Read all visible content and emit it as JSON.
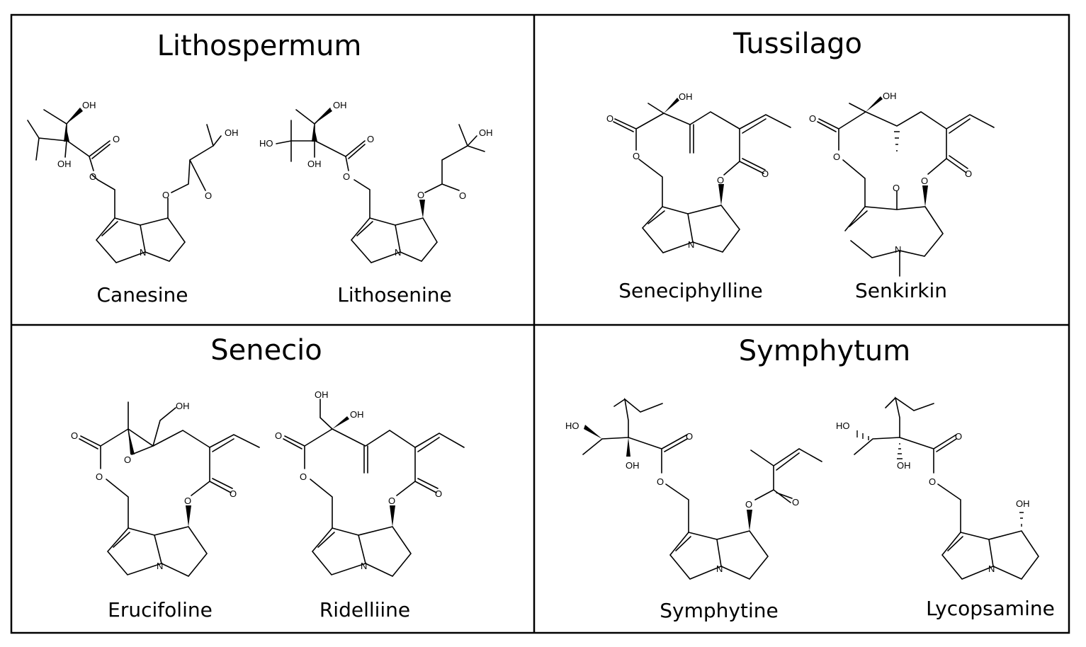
{
  "panels": [
    {
      "title": "Lithospermum",
      "compounds": [
        {
          "name": "Canesine",
          "labels": [
            "OH",
            "OH",
            "O",
            "O",
            "OH",
            "O",
            "O",
            "N"
          ]
        },
        {
          "name": "Lithosenine",
          "labels": [
            "OH",
            "HO",
            "OH",
            "O",
            "O",
            "OH",
            "O",
            "O",
            "N"
          ]
        }
      ]
    },
    {
      "title": "Tussilago",
      "compounds": [
        {
          "name": "Seneciphylline",
          "labels": [
            "OH",
            "O",
            "O",
            "O",
            "O",
            "N"
          ]
        },
        {
          "name": "Senkirkin",
          "labels": [
            "OH",
            "O",
            "O",
            "O",
            "O",
            "O",
            "N"
          ]
        }
      ]
    },
    {
      "title": "Senecio",
      "compounds": [
        {
          "name": "Erucifoline",
          "labels": [
            "OH",
            "O",
            "O",
            "O",
            "O",
            "O",
            "N"
          ]
        },
        {
          "name": "Ridelliine",
          "labels": [
            "OH",
            "OH",
            "O",
            "O",
            "O",
            "O",
            "N"
          ]
        }
      ]
    },
    {
      "title": "Symphytum",
      "compounds": [
        {
          "name": "Symphytine",
          "labels": [
            "HO",
            "OH",
            "O",
            "O",
            "O",
            "O",
            "N"
          ]
        },
        {
          "name": "Lycopsamine",
          "labels": [
            "HO",
            "OH",
            "O",
            "O",
            "OH",
            "N"
          ]
        }
      ]
    }
  ]
}
